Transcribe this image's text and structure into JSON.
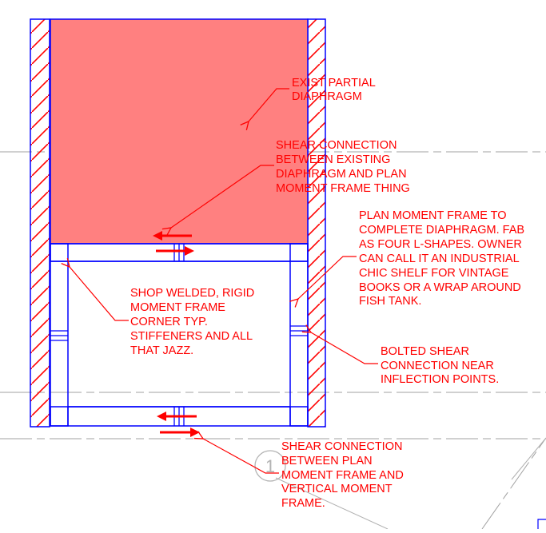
{
  "colors": {
    "annotation": "#ff0000",
    "structure": "#0000ff",
    "diaphragm_fill": "#ff8080",
    "hatch": "#ff0000",
    "grid_line": "#a0a0a0"
  },
  "grid_bubble": {
    "label": "1"
  },
  "notes": {
    "exist_partial_diaphragm": [
      "EXIST PARTIAL",
      "DIAPHRAGM"
    ],
    "shear_connection_existing": [
      "SHEAR CONNECTION",
      "BETWEEN EXISTING",
      "DIAPHRAGM AND PLAN",
      "MOMENT FRAME THING"
    ],
    "plan_moment_frame": [
      "PLAN MOMENT FRAME TO",
      "COMPLETE DIAPHRAGM.  FAB",
      "AS FOUR L-SHAPES.  OWNER",
      "CAN CALL IT AN INDUSTRIAL",
      "CHIC SHELF FOR VINTAGE",
      "BOOKS OR A WRAP AROUND",
      "FISH TANK."
    ],
    "shop_welded": [
      "SHOP WELDED, RIGID",
      "MOMENT FRAME",
      "CORNER TYP.",
      "STIFFENERS AND ALL",
      "THAT JAZZ."
    ],
    "bolted_shear": [
      "BOLTED SHEAR",
      "CONNECTION NEAR",
      "INFLECTION POINTS."
    ],
    "shear_connection_vertical": [
      "SHEAR CONNECTION",
      "BETWEEN PLAN",
      "MOMENT FRAME AND",
      "VERTICAL MOMENT",
      "FRAME."
    ]
  }
}
